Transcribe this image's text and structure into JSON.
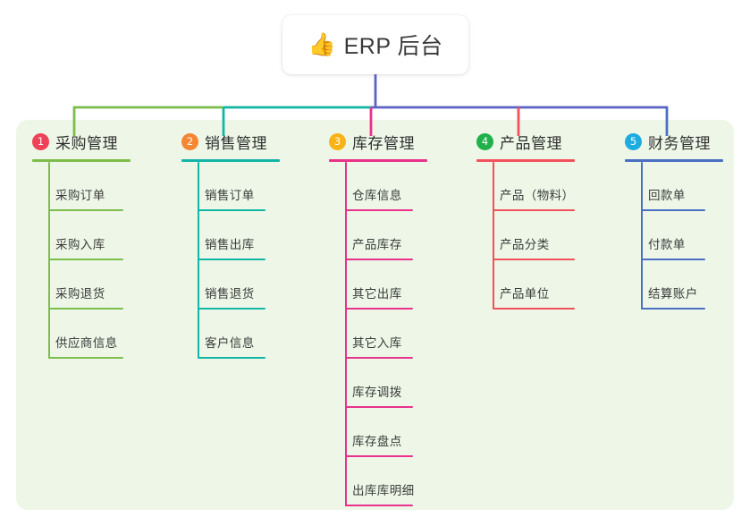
{
  "root": {
    "icon": "thumbs-up-icon",
    "icon_glyph": "👍",
    "title": "ERP 后台"
  },
  "palette": {
    "panel_background": "#eef7e7",
    "card_background": "#ffffff",
    "bus_left": "#7dbd4c",
    "bus_mid": "#13b5a6",
    "bus_right": "#5b63c4",
    "text": "#3a3a3a"
  },
  "columns": [
    {
      "number": "1",
      "title": "采购管理",
      "badge_color": "#ef4158",
      "line_color": "#7dbd4c",
      "drop_color": "#7dbd4c",
      "items": [
        {
          "label": "采购订单"
        },
        {
          "label": "采购入库"
        },
        {
          "label": "采购退货"
        },
        {
          "label": "供应商信息"
        }
      ]
    },
    {
      "number": "2",
      "title": "销售管理",
      "badge_color": "#f58634",
      "line_color": "#13b5a6",
      "drop_color": "#13b5a6",
      "items": [
        {
          "label": "销售订单"
        },
        {
          "label": "销售出库"
        },
        {
          "label": "销售退货"
        },
        {
          "label": "客户信息"
        }
      ]
    },
    {
      "number": "3",
      "title": "库存管理",
      "badge_color": "#f9b317",
      "line_color": "#e8328c",
      "drop_color": "#e8328c",
      "items": [
        {
          "label": "仓库信息"
        },
        {
          "label": "产品库存"
        },
        {
          "label": "其它出库"
        },
        {
          "label": "其它入库"
        },
        {
          "label": "库存调拨"
        },
        {
          "label": "库存盘点"
        },
        {
          "label": "出库库明细"
        }
      ]
    },
    {
      "number": "4",
      "title": "产品管理",
      "badge_color": "#21b14b",
      "line_color": "#f2515b",
      "drop_color": "#f2515b",
      "items": [
        {
          "label": "产品（物料）"
        },
        {
          "label": "产品分类"
        },
        {
          "label": "产品单位"
        }
      ]
    },
    {
      "number": "5",
      "title": "财务管理",
      "badge_color": "#1cacdf",
      "line_color": "#4a6fc4",
      "drop_color": "#4a6fc4",
      "items": [
        {
          "label": "回款单"
        },
        {
          "label": "付款单"
        },
        {
          "label": "结算账户"
        }
      ]
    }
  ],
  "layout": {
    "column_x": [
      36,
      203,
      368,
      533,
      699
    ],
    "head_rule_width": [
      110,
      110,
      110,
      110,
      110
    ],
    "sub_rule_width": [
      84,
      76,
      76,
      92,
      72
    ]
  }
}
